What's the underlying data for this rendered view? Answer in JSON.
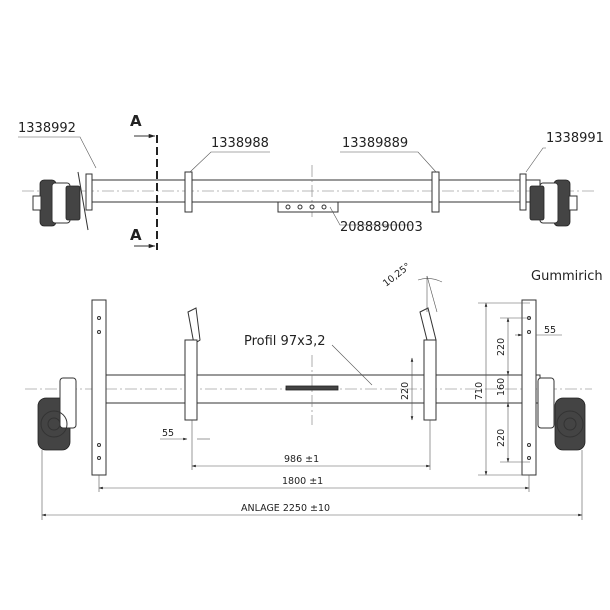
{
  "part_labels": {
    "left_hub": "1338992",
    "left_bracket": "1338988",
    "right_bracket": "13389889",
    "right_hub": "1338991",
    "tube_fitting": "2088890003"
  },
  "section": {
    "top": "A",
    "bottom": "A"
  },
  "angle_label": "10,25°",
  "rubber_label": "Gummirich",
  "profile_label": "Profil 97x3,2",
  "dimensions": {
    "d55_left": "55",
    "d986": "986 ±1",
    "d1800": "1800 ±1",
    "d_anlage": "ANLAGE 2250 ±10",
    "d220_inner": "220",
    "d220_top": "220",
    "d220_bottom": "220",
    "d160": "160",
    "d710": "710",
    "d55_right": "55"
  }
}
